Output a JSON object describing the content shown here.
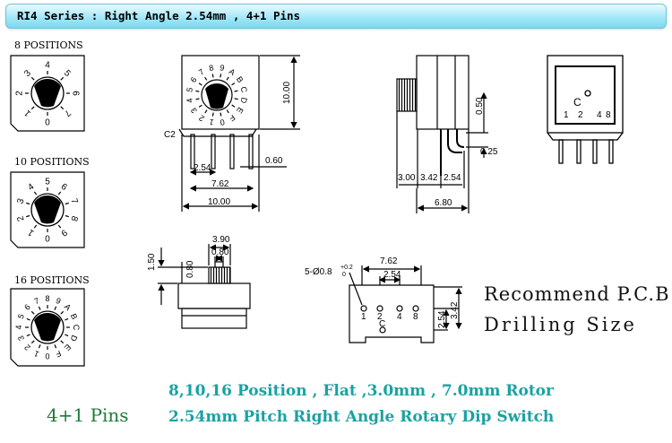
{
  "header": {
    "title": "RI4 Series : Right Angle 2.54mm ,  4+1 Pins"
  },
  "rotors": [
    {
      "title": "8 POSITIONS",
      "labels": [
        "4",
        "5",
        "6",
        "7",
        "0",
        "1",
        "2",
        "3"
      ]
    },
    {
      "title": "10 POSITIONS",
      "labels": [
        "5",
        "6",
        "7",
        "8",
        "9",
        "0",
        "1",
        "2",
        "3",
        "4"
      ]
    },
    {
      "title": "16 POSITIONS",
      "labels": [
        "8",
        "9",
        "A",
        "B",
        "C",
        "D",
        "E",
        "F",
        "0",
        "1",
        "2",
        "3",
        "4",
        "5",
        "6",
        "7"
      ]
    }
  ],
  "front_view": {
    "dial_labels": [
      "7",
      "8",
      "9",
      "A",
      "B",
      "C",
      "D",
      "E",
      "F",
      "0",
      "1",
      "2",
      "3",
      "4",
      "5",
      "6"
    ],
    "c_label": "C2",
    "dims": {
      "height": "10.00",
      "pin_pitch": "2.54",
      "pin_span": "7.62",
      "width": "10.00",
      "pin_width": "0.60"
    }
  },
  "side_view": {
    "dims": {
      "offset": "0.50",
      "pin": "0.25",
      "a": "3.00",
      "b": "3.42",
      "c": "2.54",
      "depth": "6.80"
    }
  },
  "back_view": {
    "c_label": "C",
    "pin_labels": [
      "1",
      "2",
      "4",
      "8"
    ]
  },
  "bottom_view": {
    "dims": {
      "a": "3.90",
      "b": "0.80",
      "c": "1.50",
      "d": "0.80"
    }
  },
  "pcb_footprint": {
    "hole_callout": "5-Ø0.8",
    "tolerance": "+0.2",
    "tolerance_minus": "0",
    "pin_labels": [
      "1",
      "2",
      "4",
      "8"
    ],
    "c_label": "C",
    "dims": {
      "span": "7.62",
      "pitch": "2.54",
      "v1": "2.54",
      "v2": "3.42"
    }
  },
  "recommend": {
    "line1": "Recommend P.C.B",
    "line2": "Drilling  Size"
  },
  "footer": {
    "pins_label": "4+1 Pins",
    "line1": "8,10,16 Position , Flat ,3.0mm , 7.0mm Rotor",
    "line2": "2.54mm Pitch Right Angle Rotary Dip Switch"
  },
  "colors": {
    "banner": "#9fe6f7",
    "footer_text": "#1aa2a2",
    "green_label": "#1e7a3a"
  }
}
